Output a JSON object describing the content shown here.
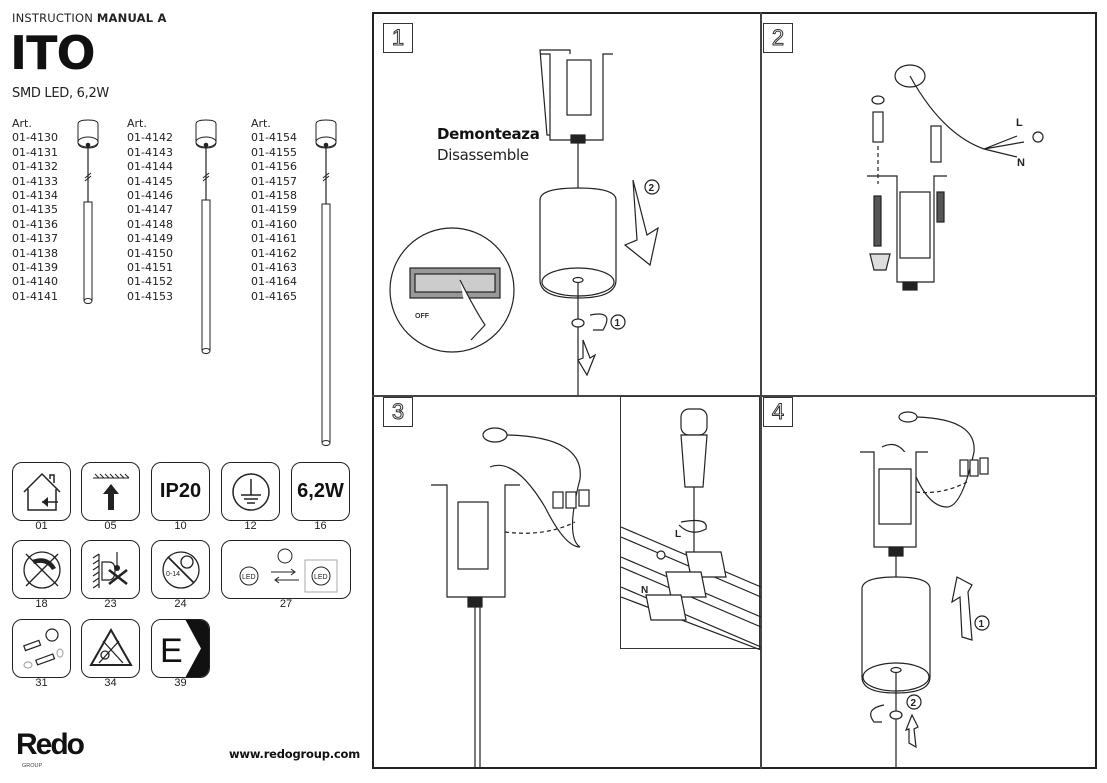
{
  "header": {
    "kicker_regular": "INSTRUCTION",
    "kicker_bold": "MANUAL A",
    "title": "ITO",
    "subtitle": "SMD LED, 6,2W"
  },
  "articles": [
    {
      "label": "Art.",
      "codes": [
        "01-4130",
        "01-4131",
        "01-4132",
        "01-4133",
        "01-4134",
        "01-4135",
        "01-4136",
        "01-4137",
        "01-4138",
        "01-4139",
        "01-4140",
        "01-4141"
      ]
    },
    {
      "label": "Art.",
      "codes": [
        "01-4142",
        "01-4143",
        "01-4144",
        "01-4145",
        "01-4146",
        "01-4147",
        "01-4148",
        "01-4149",
        "01-4150",
        "01-4151",
        "01-4152",
        "01-4153"
      ]
    },
    {
      "label": "Art.",
      "codes": [
        "01-4154",
        "01-4155",
        "01-4156",
        "01-4157",
        "01-4158",
        "01-4159",
        "01-4160",
        "01-4161",
        "01-4162",
        "01-4163",
        "01-4164",
        "01-4165"
      ]
    }
  ],
  "symbols": [
    {
      "number": "01",
      "icon": "indoor-use-icon"
    },
    {
      "number": "05",
      "icon": "ceiling-mount-icon"
    },
    {
      "number": "10",
      "icon": "ip-rating-icon",
      "text": "IP20"
    },
    {
      "number": "12",
      "icon": "protective-earth-icon"
    },
    {
      "number": "16",
      "icon": "power-rating-icon",
      "text": "6,2W"
    },
    {
      "number": "18",
      "icon": "not-dimmable-icon"
    },
    {
      "number": "23",
      "icon": "no-insulation-cover-icon"
    },
    {
      "number": "24",
      "icon": "not-for-children-icon",
      "text": "0-14"
    },
    {
      "number": "27",
      "icon": "led-replaceable-by-professional-icon",
      "text": "LED"
    },
    {
      "number": "31",
      "icon": "driver-replaceable-by-professional-icon"
    },
    {
      "number": "34",
      "icon": "do-not-look-at-light-icon"
    },
    {
      "number": "39",
      "icon": "energy-class-icon",
      "text": "E"
    }
  ],
  "footer": {
    "logo": "Redo",
    "logo_sub": "GROUP",
    "website": "www.redogroup.com"
  },
  "steps": [
    {
      "number": "1",
      "title_bold": "Demonteaza",
      "title_regular": "Disassemble",
      "switch_label": "OFF",
      "callouts": [
        "1",
        "2"
      ]
    },
    {
      "number": "2",
      "wire_labels": [
        "L",
        "N"
      ]
    },
    {
      "number": "3",
      "wire_labels": [
        "L",
        "N"
      ]
    },
    {
      "number": "4",
      "callouts": [
        "1",
        "2"
      ]
    }
  ]
}
